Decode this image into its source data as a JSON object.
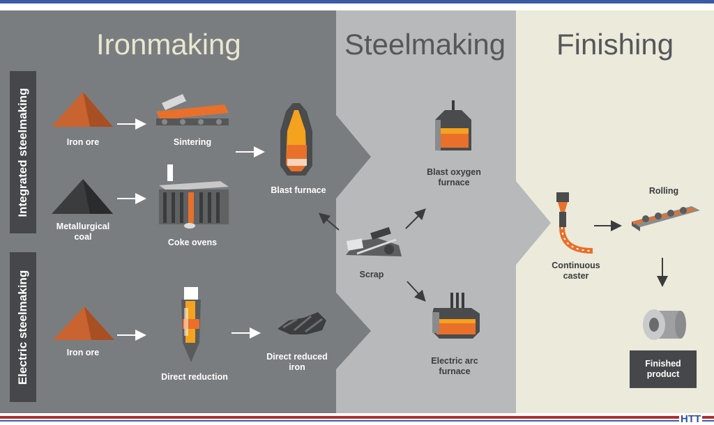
{
  "sections": {
    "ironmaking": "Ironmaking",
    "steelmaking": "Steelmaking",
    "finishing": "Finishing"
  },
  "side_tabs": {
    "integrated": "Integrated steelmaking",
    "electric": "Electric steelmaking"
  },
  "steps": {
    "iron_ore_1": "Iron ore",
    "sintering": "Sintering",
    "metallurgical_coal": [
      "Metallurgical",
      "coal"
    ],
    "coke_ovens": "Coke ovens",
    "blast_furnace": "Blast furnace",
    "iron_ore_2": "Iron ore",
    "direct_reduction": "Direct reduction",
    "direct_reduced_iron": [
      "Direct reduced",
      "iron"
    ],
    "scrap": "Scrap",
    "blast_oxygen_furnace": [
      "Blast oxygen",
      "furnace"
    ],
    "electric_arc_furnace": [
      "Electric arc",
      "furnace"
    ],
    "continuous_caster": [
      "Continuous",
      "caster"
    ],
    "rolling": "Rolling",
    "finished_product": [
      "Finished",
      "product"
    ]
  },
  "logo": "HTT",
  "colors": {
    "ironmaking_bg": "#7a7d80",
    "steelmaking_bg": "#b8b9ba",
    "finishing_bg": "#ebeadb",
    "accent_orange": "#e8702a",
    "dark_tab": "#45474a"
  }
}
